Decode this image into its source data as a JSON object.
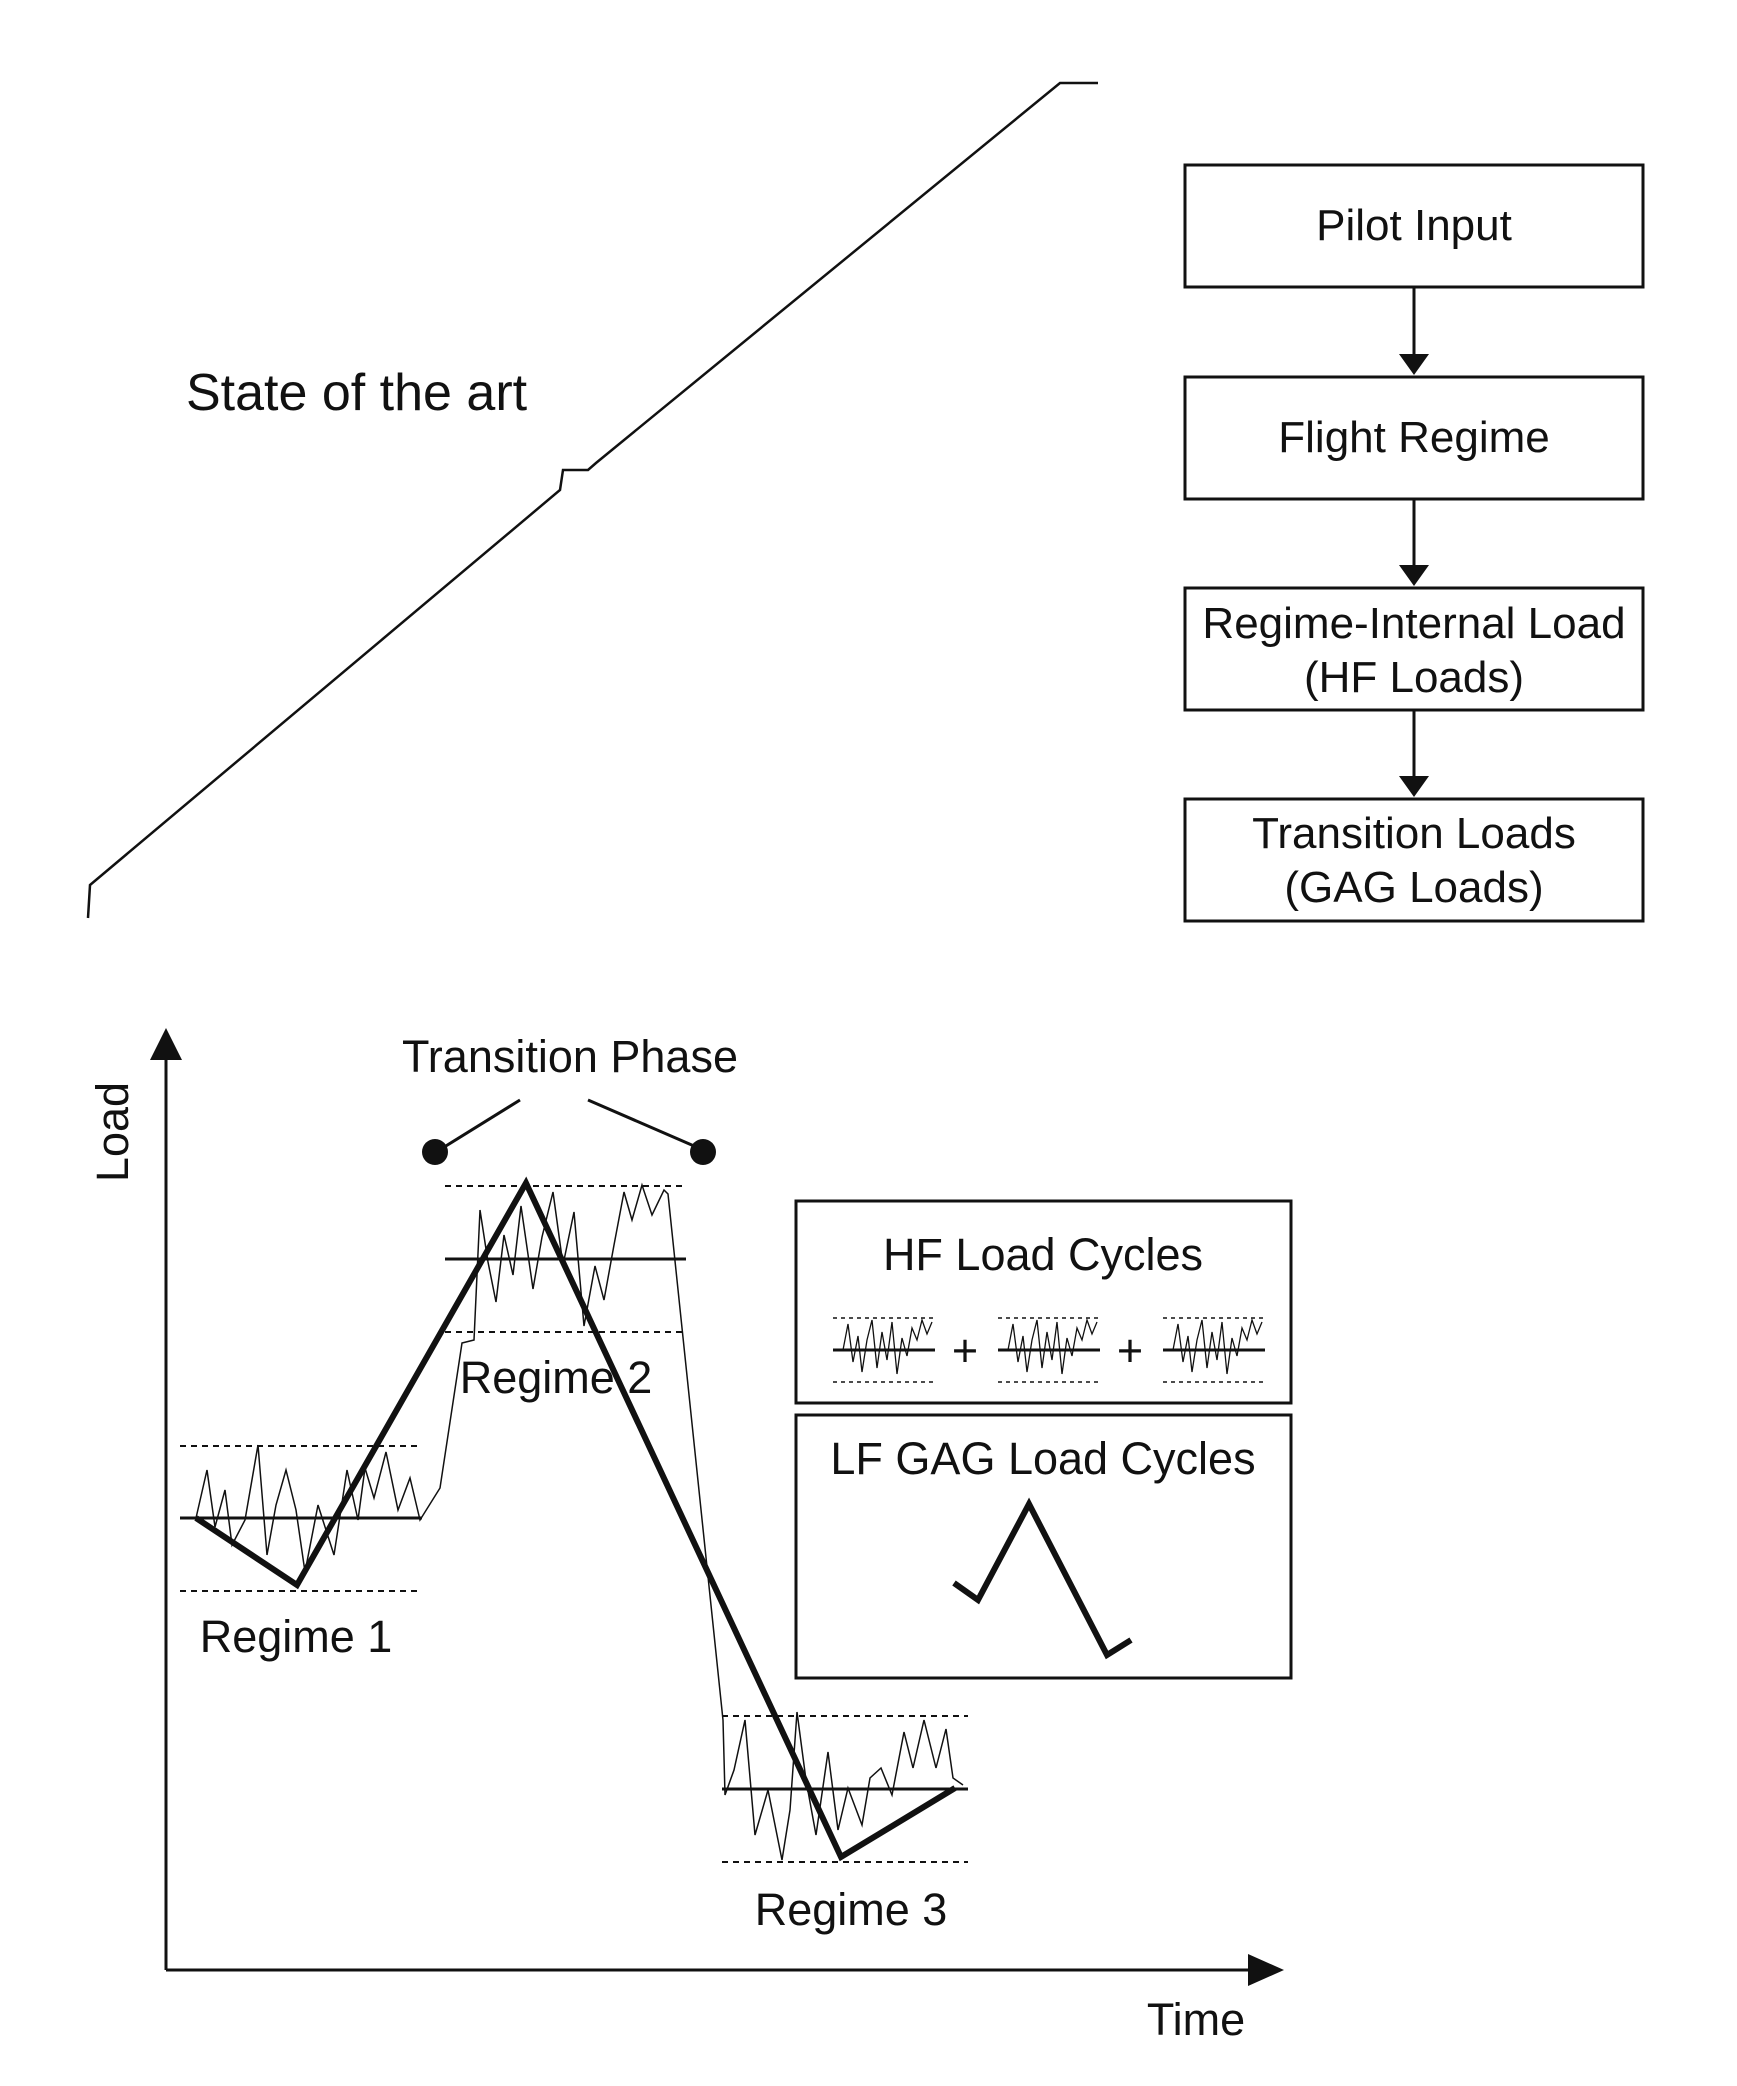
{
  "header": {
    "title": "State of the art"
  },
  "flowchart": {
    "steps": [
      {
        "lines": [
          "Pilot Input"
        ]
      },
      {
        "lines": [
          "Flight Regime"
        ]
      },
      {
        "lines": [
          "Regime-Internal Load",
          "(HF Loads)"
        ]
      },
      {
        "lines": [
          "Transition Loads",
          "(GAG Loads)"
        ]
      }
    ]
  },
  "graph": {
    "y_axis_label": "Load",
    "x_axis_label": "Time",
    "transition_label": "Transition Phase",
    "regimes": [
      "Regime 1",
      "Regime  2",
      "Regime 3"
    ]
  },
  "legend": {
    "hf_title": "HF Load Cycles",
    "plus_sign": "+",
    "lf_title": "LF GAG Load Cycles"
  },
  "colors": {
    "ink": "#111111",
    "background": "#ffffff"
  }
}
